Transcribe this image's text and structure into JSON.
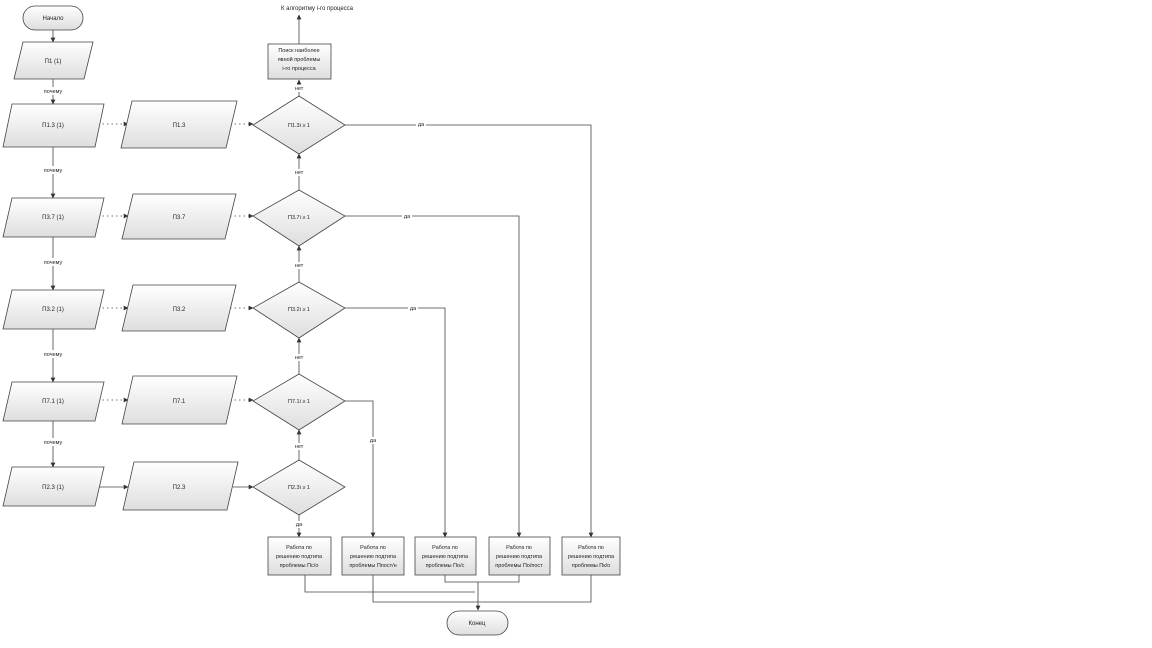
{
  "start_label": "Начало",
  "end_label": "Конец",
  "top_target_label": "К алгоритму i-го процесса",
  "search_box_lines": [
    "Поиск наиболее",
    "явной проблемы",
    "i-го процесса"
  ],
  "why_label": "почему",
  "no_label": "нет",
  "yes_label": "да",
  "left_column": [
    "П1 (1)",
    "П1.3 (1)",
    "П3.7 (1)",
    "П3.2 (1)",
    "П7.1 (1)",
    "П2.3 (1)"
  ],
  "middle_column": [
    "П1.3",
    "П3.7",
    "П3.2",
    "П7.1",
    "П2.3"
  ],
  "decisions": [
    "П1.3i ≥ 1",
    "П3.7i ≥ 1",
    "П3.2i ≥ 1",
    "П7.1i ≥ 1",
    "П2.3i ≥ 1"
  ],
  "work_boxes": [
    [
      "Работа по",
      "решению подтипа",
      "проблемы Пс/о"
    ],
    [
      "Работа по",
      "решению подтипа",
      "проблемы Ппост/н"
    ],
    [
      "Работа по",
      "решению подтипа",
      "проблемы По/с"
    ],
    [
      "Работа по",
      "решению подтипа",
      "проблемы По/пост"
    ],
    [
      "Работа по",
      "решению подтипа",
      "проблемы Пк/о"
    ]
  ],
  "colors": {
    "line": "#444444",
    "fill_top": "#ffffff",
    "fill_bottom": "#dcdcdc"
  }
}
